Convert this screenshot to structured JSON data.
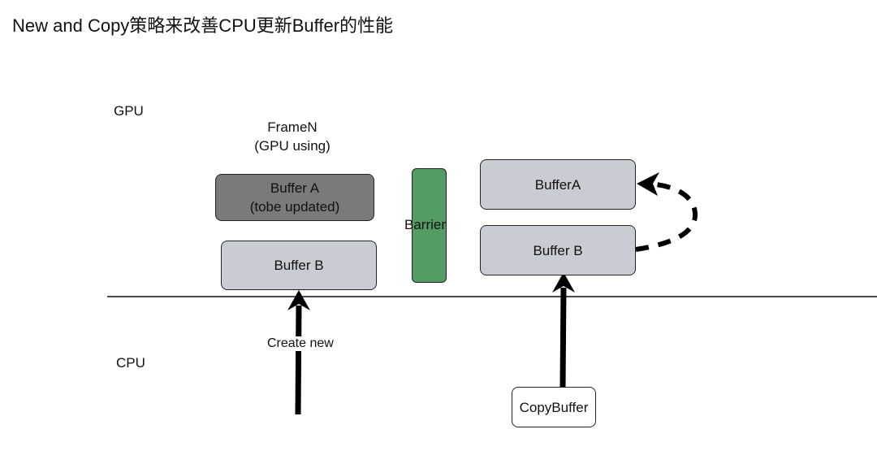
{
  "title": "New and Copy策略来改善CPU更新Buffer的性能",
  "lanes": {
    "gpu": "GPU",
    "cpu": "CPU"
  },
  "left_group": {
    "caption_line1": "FrameN",
    "caption_line2": "(GPU using)",
    "buffer_a_line1": "Buffer A",
    "buffer_a_line2": "(tobe updated)",
    "buffer_b": "Buffer B",
    "arrow_label": "Create new"
  },
  "barrier": {
    "label": "Barrier"
  },
  "right_group": {
    "buffer_a": "BufferA",
    "buffer_b": "Buffer B",
    "copy_box": "CopyBuffer"
  },
  "colors": {
    "buffer_to_update": "#7a7a7a",
    "buffer": "#c9ccd3",
    "barrier": "#559c64"
  }
}
